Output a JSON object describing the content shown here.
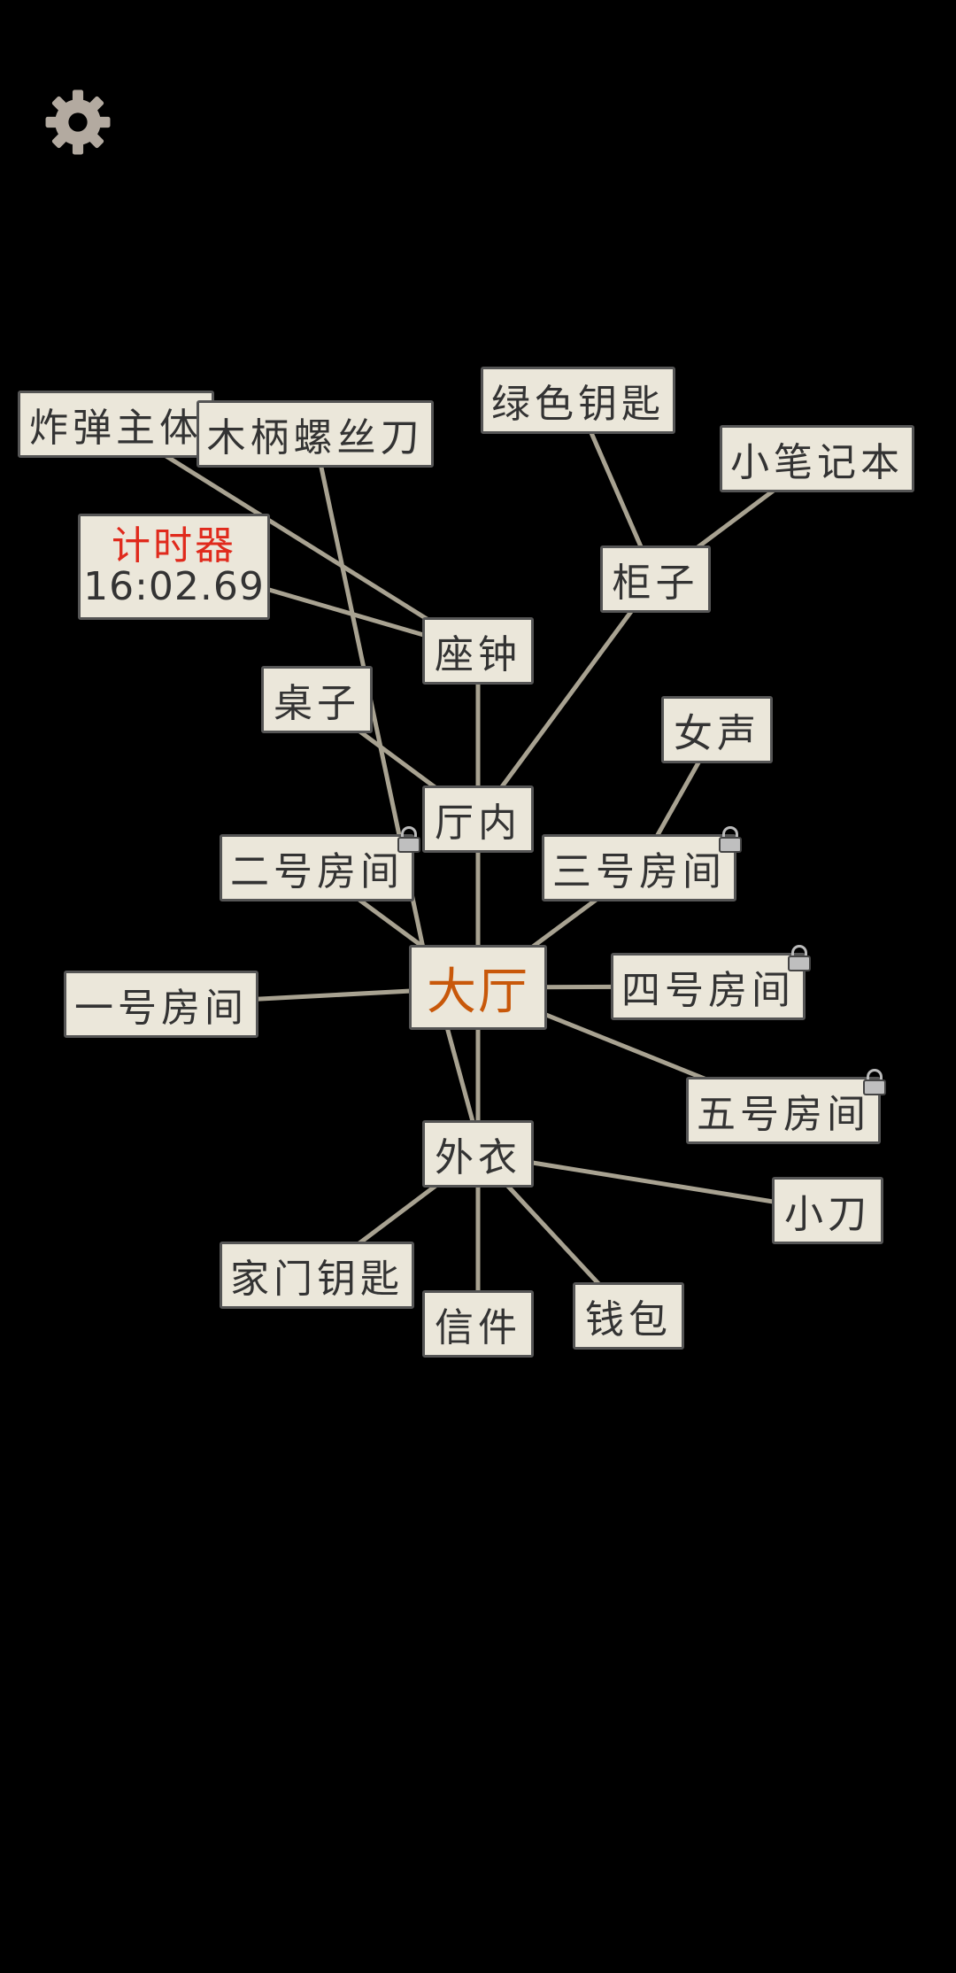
{
  "colors": {
    "background": "#000000",
    "node_fill": "#ebe7da",
    "node_border": "#555555",
    "link": "#a8a291",
    "text": "#333333",
    "hub_text": "#c8580a",
    "timer_label": "#e02a1c"
  },
  "icons": {
    "settings": "gear-icon",
    "lock": "lock-icon"
  },
  "nodes": {
    "hall": "大厅",
    "inner_hall": "厅内",
    "clock": "座钟",
    "table": "桌子",
    "bomb": "炸弹主体",
    "screwdriver": "木柄螺丝刀",
    "timer_label": "计时器",
    "timer_value": "16:02.69",
    "cabinet": "柜子",
    "green_key": "绿色钥匙",
    "notebook": "小笔记本",
    "female_voice": "女声",
    "room2": "二号房间",
    "room3": "三号房间",
    "room1": "一号房间",
    "room4": "四号房间",
    "room5": "五号房间",
    "coat": "外衣",
    "knife": "小刀",
    "home_key": "家门钥匙",
    "letter": "信件",
    "wallet": "钱包"
  }
}
